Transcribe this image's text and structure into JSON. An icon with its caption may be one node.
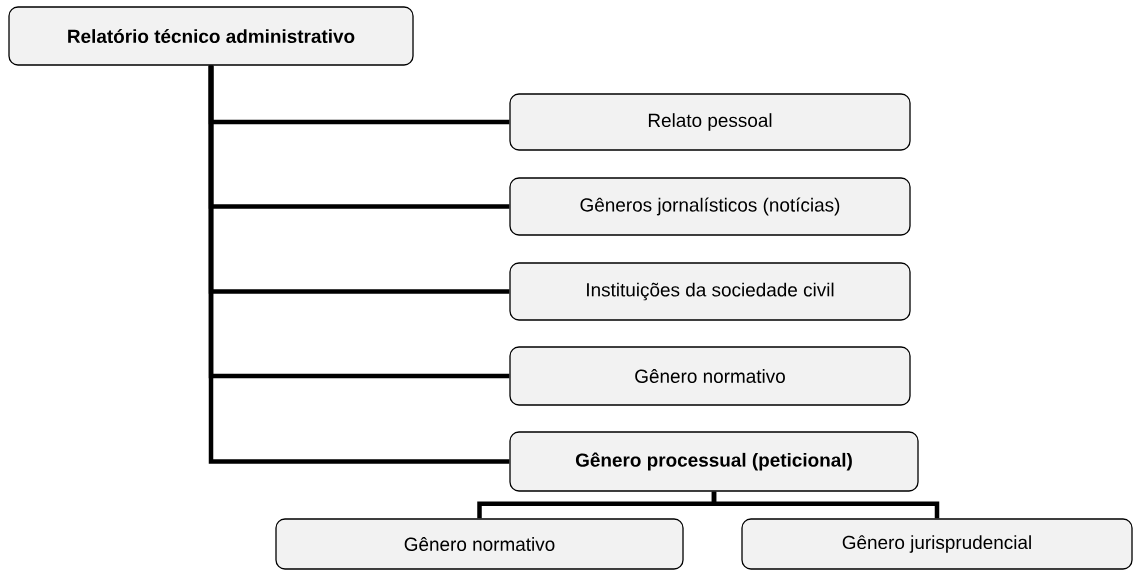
{
  "diagram": {
    "nodes": [
      {
        "text": [
          "Relatório técnico administrativo"
        ]
      },
      {
        "text": [
          "Relato pessoal"
        ]
      },
      {
        "text": [
          "Gêneros jornalísticos (notícias)"
        ]
      },
      {
        "text": [
          "Instituições da sociedade civil"
        ]
      },
      {
        "text": [
          "Gênero normativo"
        ]
      },
      {
        "text": [
          "Gênero processual (peticional)"
        ]
      },
      {
        "text": [
          "Gênero normativo"
        ]
      },
      {
        "text": [
          "Gênero jurisprudencial"
        ]
      }
    ],
    "edges": [
      {
        "from": 0,
        "to": 1,
        "arrow": "none"
      },
      {
        "from": 0,
        "to": 2,
        "arrow": "none"
      },
      {
        "from": 0,
        "to": 3,
        "arrow": "none"
      },
      {
        "from": 0,
        "to": 4,
        "arrow": "none"
      },
      {
        "from": 0,
        "to": 5,
        "arrow": "none"
      },
      {
        "from": 5,
        "to": 6,
        "arrow": "none"
      },
      {
        "from": 5,
        "to": 7,
        "arrow": "none"
      }
    ]
  }
}
